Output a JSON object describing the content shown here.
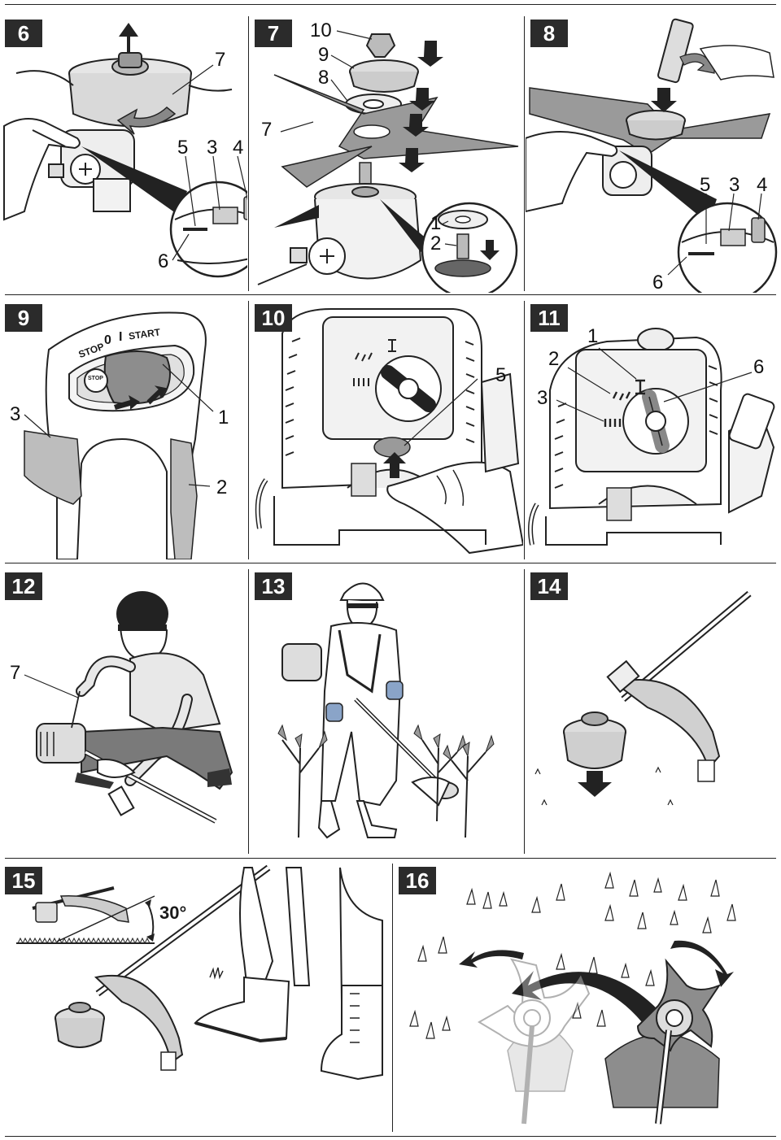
{
  "panels": {
    "p6": {
      "number": "6",
      "callouts": {
        "c7": "7",
        "c5": "5",
        "c3": "3",
        "c4": "4",
        "c6": "6"
      }
    },
    "p7": {
      "number": "7",
      "callouts": {
        "c10": "10",
        "c9": "9",
        "c8": "8",
        "c7": "7",
        "c1": "1",
        "c2": "2"
      }
    },
    "p8": {
      "number": "8",
      "callouts": {
        "c5": "5",
        "c3": "3",
        "c4": "4",
        "c6": "6"
      }
    },
    "p9": {
      "number": "9",
      "callouts": {
        "c3": "3",
        "c1": "1",
        "c2": "2"
      },
      "switch_labels": {
        "stop": "STOP",
        "zero": "0",
        "one": "I",
        "start": "START",
        "button": "STOP"
      }
    },
    "p10": {
      "number": "10",
      "callouts": {
        "c5": "5"
      }
    },
    "p11": {
      "number": "11",
      "callouts": {
        "c1": "1",
        "c2": "2",
        "c3": "3",
        "c6": "6"
      }
    },
    "p12": {
      "number": "12",
      "callouts": {
        "c7": "7"
      }
    },
    "p13": {
      "number": "13"
    },
    "p14": {
      "number": "14"
    },
    "p15": {
      "number": "15",
      "angle": "30°"
    },
    "p16": {
      "number": "16"
    }
  }
}
